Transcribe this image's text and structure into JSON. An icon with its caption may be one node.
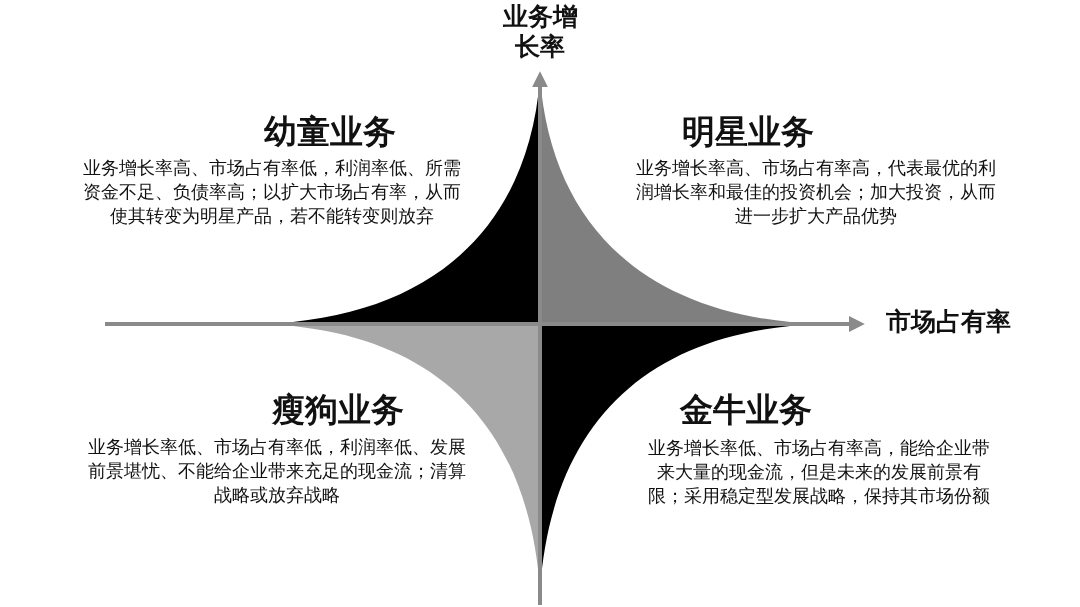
{
  "diagram": {
    "labels": [
      "业务增长率",
      "幼童业务",
      "业务增长率高、市场占有率低，利润率低、所需资金不足、负债率高；以扩大市场占有率，从而使其转变为明星产品，若不能转变则放弃",
      "明星业务",
      "业务增长率高、市场占有率高，代表最优的利润增长率和最佳的投资机会；加大投资，从而进一步扩大产品优势",
      "市场占有率",
      "瘦狗业务",
      "业务增长率低、市场占有率低，利润率低、发展前景堪忧、不能给企业带来充足的现金流；清算战略或放弃战略",
      "金牛业务",
      "业务增长率低、市场占有率高，能给企业带来大量的现金流，但是未来的发展前景有限；采用稳定型发展战略，保持其市场份额"
    ]
  }
}
